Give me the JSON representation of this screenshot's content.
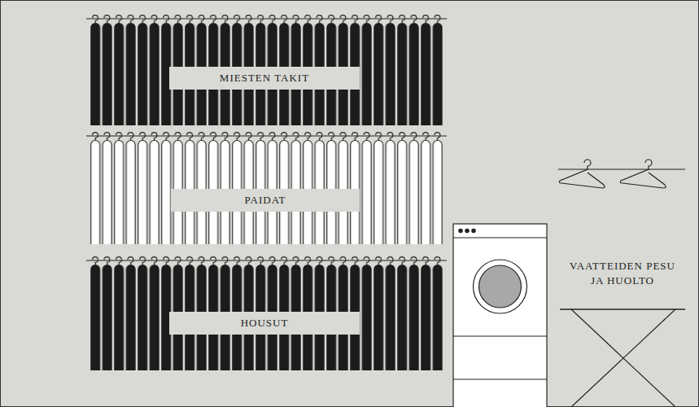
{
  "diagram": {
    "nodes": [
      {
        "text": [
          "MIESTEN TAKIT"
        ]
      },
      {
        "text": [
          "PAIDAT"
        ]
      },
      {
        "text": [
          "HOUSUT"
        ]
      }
    ],
    "labels": [
      "VAATTEIDEN PESU JA HUOLTO"
    ]
  }
}
